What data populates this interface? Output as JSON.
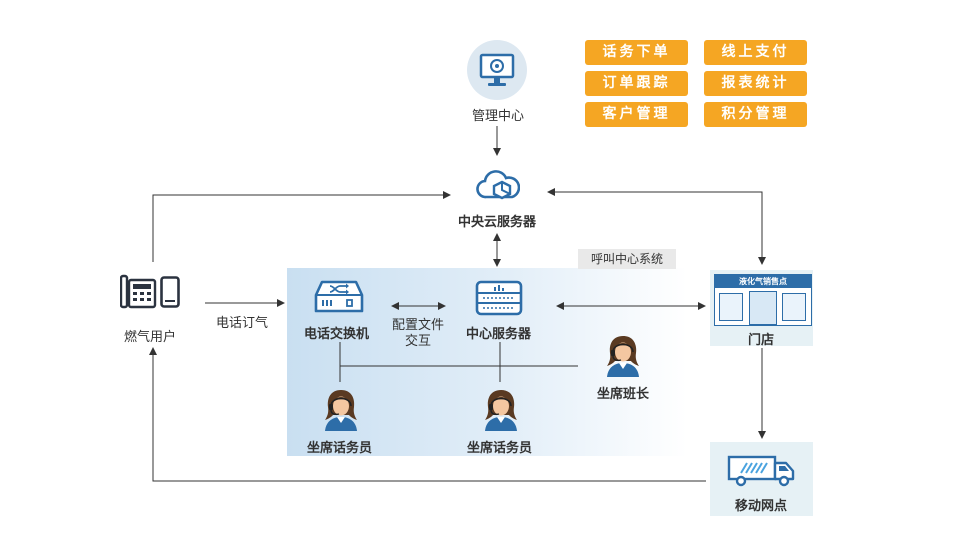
{
  "features": [
    "话务下单",
    "线上支付",
    "订单跟踪",
    "报表统计",
    "客户管理",
    "积分管理"
  ],
  "nodes": {
    "management": "管理中心",
    "cloud_server": "中央云服务器",
    "gas_user": "燃气用户",
    "phone_switch": "电话交换机",
    "center_server": "中心服务器",
    "store": "门店",
    "store_sign": "液化气销售点",
    "mobile_point": "移动网点",
    "team_leader": "坐席班长",
    "operator_1": "坐席话务员",
    "operator_2": "坐席话务员"
  },
  "group_label": "呼叫中心系统",
  "edge_labels": {
    "phone_order": "电话订气",
    "config_line1": "配置文件",
    "config_line2": "交互"
  },
  "colors": {
    "accent": "#f5a623",
    "icon_blue": "#2d6da8",
    "panel_blue": "#c9dff1"
  }
}
